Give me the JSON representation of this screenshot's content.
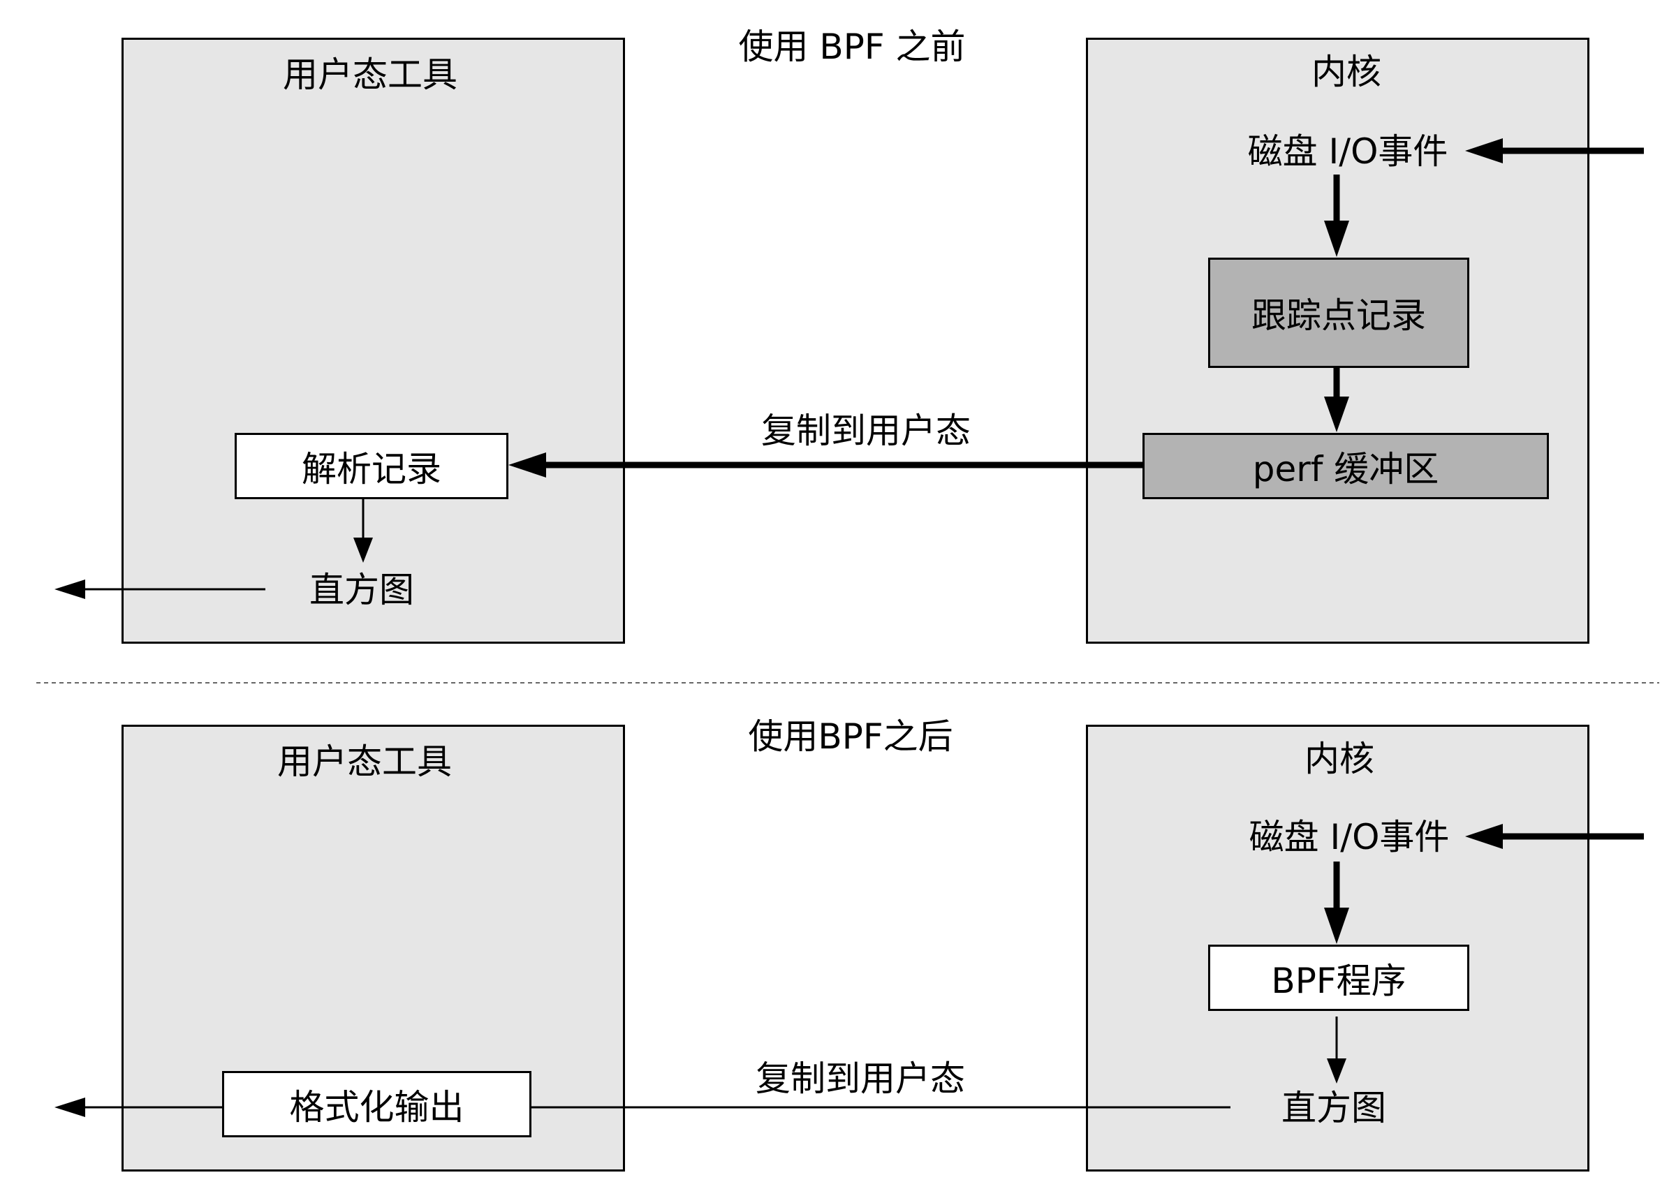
{
  "before": {
    "title": "使用 BPF 之前",
    "user_panel": {
      "title": "用户态工具",
      "parse_box": "解析记录",
      "histogram": "直方图"
    },
    "kernel_panel": {
      "title": "内核",
      "event": "磁盘 I/O事件",
      "tracepoint_box": "跟踪点记录",
      "buffer_box": "perf 缓冲区"
    },
    "copy_label": "复制到用户态"
  },
  "after": {
    "title": "使用BPF之后",
    "user_panel": {
      "title": "用户态工具",
      "format_box": "格式化输出"
    },
    "kernel_panel": {
      "title": "内核",
      "event": "磁盘 I/O事件",
      "bpf_box": "BPF程序",
      "histogram": "直方图"
    },
    "copy_label": "复制到用户态"
  }
}
